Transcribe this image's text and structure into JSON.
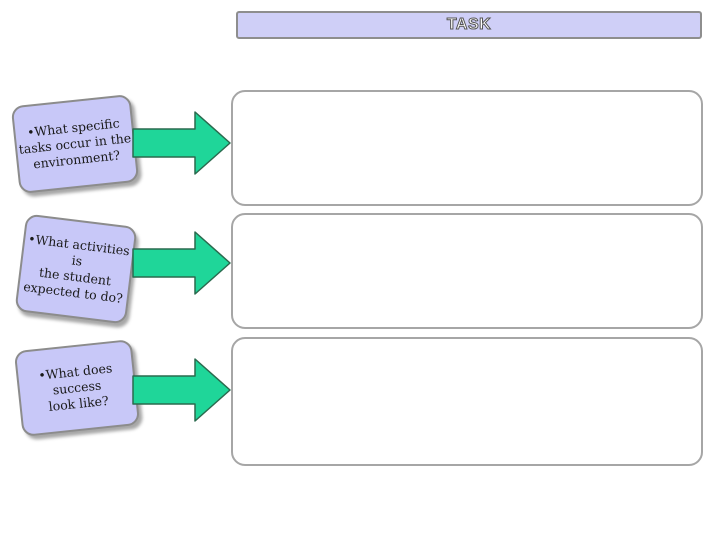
{
  "title": "TASK",
  "rows": [
    {
      "question": "•What specific\ntasks occur in the\nenvironment?"
    },
    {
      "question": "•What activities is\nthe student\nexpected to do?"
    },
    {
      "question": "•What does success\nlook like?"
    }
  ],
  "colors": {
    "card_fill": "#c8c8f8",
    "arrow_fill": "#1fd699",
    "title_fill": "#cfcff7"
  },
  "icons": {
    "connector": "right-arrow-icon"
  }
}
